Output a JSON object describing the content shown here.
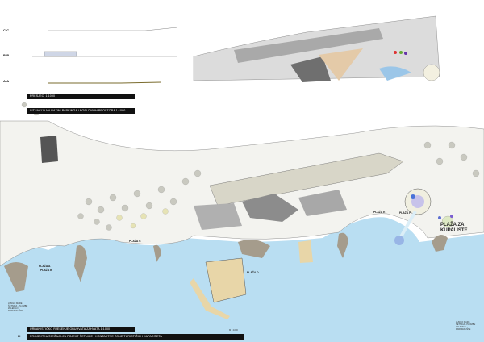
{
  "sections": {
    "c": "C-C",
    "b": "B-B",
    "a": "A-A"
  },
  "titles": {
    "sections_title": "PRESJECI 1:1000",
    "situation_title": "SITUACIJA NA RAZINI PARKINGA I POSLOVNIH PROSTORA 1:1000",
    "urban_title": "URBANISTIČKO RJEŠENJE OBUHVATA ZAHVATA 1:1000",
    "main_title": "PROJEKT NATJEČAJA ZA POJEKT ŠETNICE I KONTAKTNE ZONE TURISTIČKIH KAPACITETA",
    "scale": "M 1:1000",
    "sheet_mark": "III"
  },
  "beaches": [
    "PLAŽA A",
    "PLAŽA B",
    "PLAŽA C",
    "PLAŽA D",
    "PLAŽA E",
    "PLAŽA F",
    "PLAŽA ZA KUPALIŠTE"
  ],
  "legend_left": [
    "LUNGO MARE",
    "ŠETNICA - PLOMBE",
    "ZELENILO",
    "PARKIRALIŠTE"
  ],
  "legend_right": [
    "LUNGO MARE",
    "ŠETNICA - PLOMBE",
    "ZELENILO",
    "PARKIRALIŠTE"
  ],
  "colors": {
    "sea": "#b9def2",
    "rock": "#a59c8c",
    "plaza": "#d8d6c8",
    "building": "#8c8c8c",
    "sand": "#e8d6a8",
    "bar": "#111111"
  }
}
